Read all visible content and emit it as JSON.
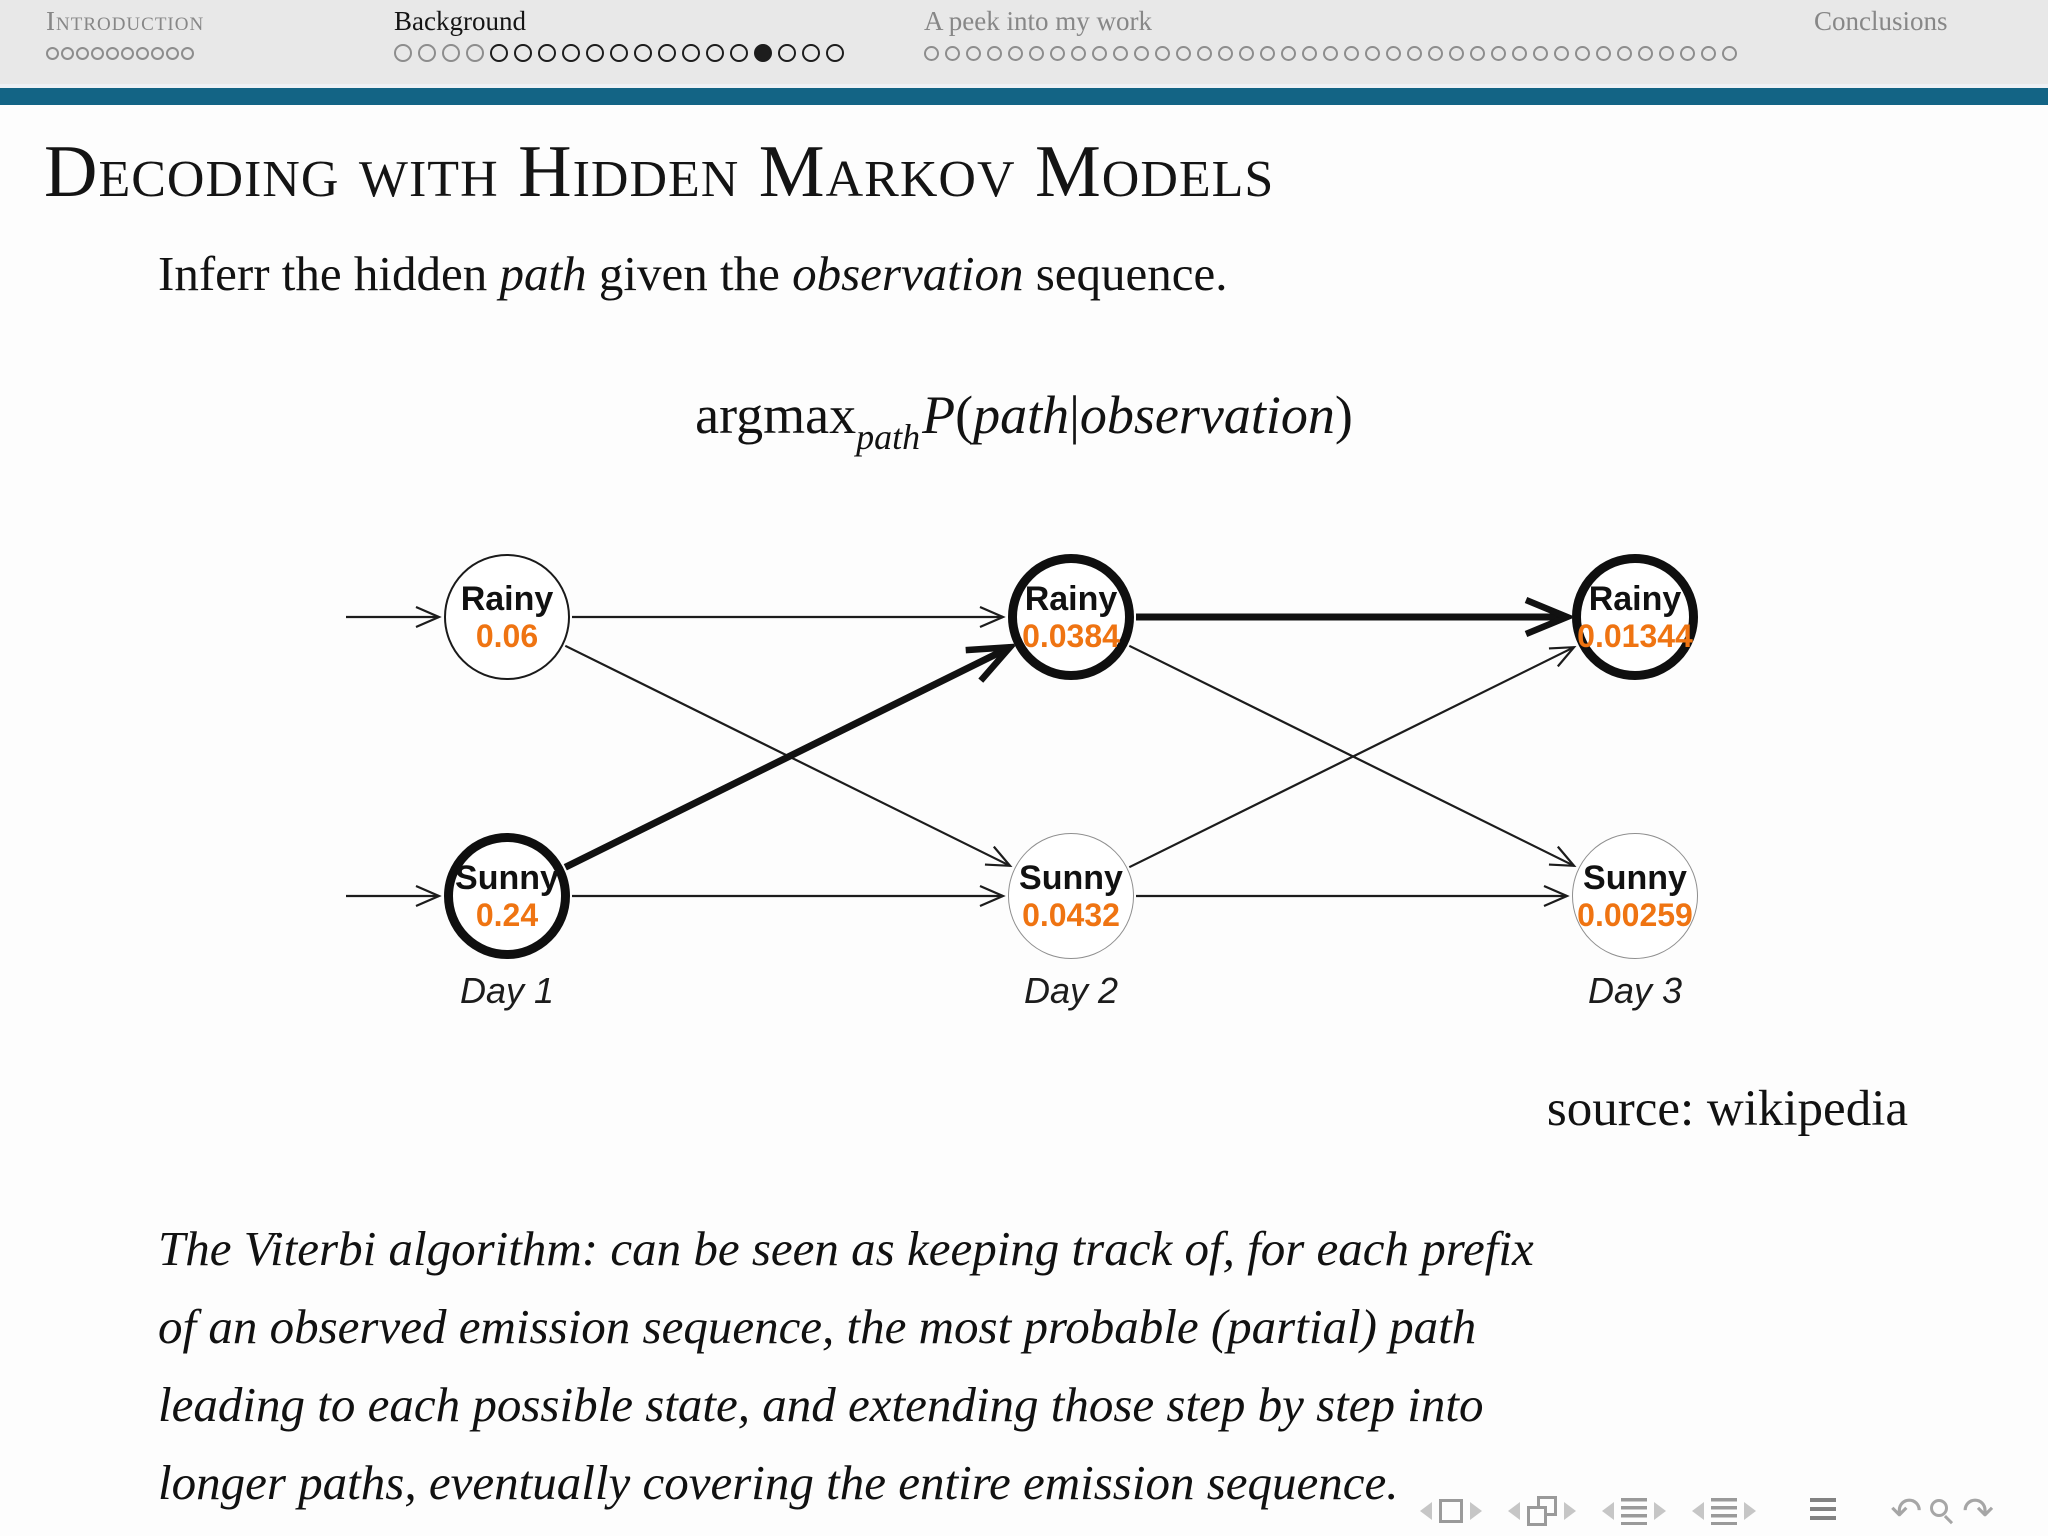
{
  "header": {
    "sections": [
      {
        "id": "introduction",
        "label": "Introduction",
        "active": false,
        "dots": {
          "count": 10,
          "muted_prefix": 10,
          "filled": null
        }
      },
      {
        "id": "background",
        "label": "Background",
        "active": true,
        "dots": {
          "count": 19,
          "muted_prefix": 4,
          "filled": 16
        }
      },
      {
        "id": "peek",
        "label": "A peek into my work",
        "active": false,
        "dots": {
          "count": 39,
          "muted_prefix": 39,
          "filled": null
        }
      },
      {
        "id": "conclusions",
        "label": "Conclusions",
        "active": false,
        "dots": {
          "count": 0,
          "muted_prefix": 0,
          "filled": null
        }
      }
    ]
  },
  "slide": {
    "title": "Decoding with Hidden Markov Models",
    "subtitle": {
      "pre": "Inferr the hidden ",
      "italic1": "path",
      "mid": " given the ",
      "italic2": "observation",
      "post": " sequence."
    },
    "formula": {
      "op": "argmax",
      "sub": "path",
      "p": "P",
      "open": "(",
      "arg1": "path",
      "bar": "|",
      "arg2": "observation",
      "close": ")"
    },
    "source": "source: wikipedia",
    "paragraph_lines": [
      "The Viterbi algorithm: can be seen as keeping track of, for each prefix",
      "of an observed emission sequence, the most probable (partial) path",
      "leading to each possible state, and extending those step by step into",
      "longer paths, eventually covering the entire emission sequence."
    ]
  },
  "diagram": {
    "days": [
      "Day 1",
      "Day 2",
      "Day 3"
    ],
    "accent_color": "#ef7412",
    "nodes": [
      {
        "day": 0,
        "row": 0,
        "label": "Rainy",
        "prob": "0.06",
        "stroke": "thin-black"
      },
      {
        "day": 0,
        "row": 1,
        "label": "Sunny",
        "prob": "0.24",
        "stroke": "bold"
      },
      {
        "day": 1,
        "row": 0,
        "label": "Rainy",
        "prob": "0.0384",
        "stroke": "bold"
      },
      {
        "day": 1,
        "row": 1,
        "label": "Sunny",
        "prob": "0.0432",
        "stroke": "thin-gray"
      },
      {
        "day": 2,
        "row": 0,
        "label": "Rainy",
        "prob": "0.01344",
        "stroke": "bold"
      },
      {
        "day": 2,
        "row": 1,
        "label": "Sunny",
        "prob": "0.00259",
        "stroke": "thin-gray"
      }
    ],
    "edges": [
      {
        "from": "start",
        "to": [
          0,
          0
        ],
        "weight": "thin"
      },
      {
        "from": "start",
        "to": [
          0,
          1
        ],
        "weight": "thin"
      },
      {
        "from": [
          0,
          0
        ],
        "to": [
          1,
          0
        ],
        "weight": "thin"
      },
      {
        "from": [
          0,
          0
        ],
        "to": [
          1,
          1
        ],
        "weight": "thin"
      },
      {
        "from": [
          0,
          1
        ],
        "to": [
          1,
          0
        ],
        "weight": "thick"
      },
      {
        "from": [
          0,
          1
        ],
        "to": [
          1,
          1
        ],
        "weight": "thin"
      },
      {
        "from": [
          1,
          0
        ],
        "to": [
          2,
          0
        ],
        "weight": "thick"
      },
      {
        "from": [
          1,
          0
        ],
        "to": [
          2,
          1
        ],
        "weight": "thin"
      },
      {
        "from": [
          1,
          1
        ],
        "to": [
          2,
          0
        ],
        "weight": "thin"
      },
      {
        "from": [
          1,
          1
        ],
        "to": [
          2,
          1
        ],
        "weight": "thin"
      }
    ]
  },
  "nav": {
    "icons": [
      "prev-slide",
      "slide",
      "next-slide",
      "prev-frame",
      "frame",
      "next-frame",
      "prev-subsection",
      "subsection",
      "next-subsection",
      "prev-section",
      "section",
      "next-section",
      "appendix",
      "back",
      "find",
      "forward"
    ],
    "back_glyph": "↶",
    "forward_glyph": "↷"
  },
  "colors": {
    "header_bg": "#e8e8e8",
    "teal_bar": "#136485",
    "inactive_gray": "#878787",
    "active_black": "#141414",
    "probability_orange": "#ef7412"
  }
}
